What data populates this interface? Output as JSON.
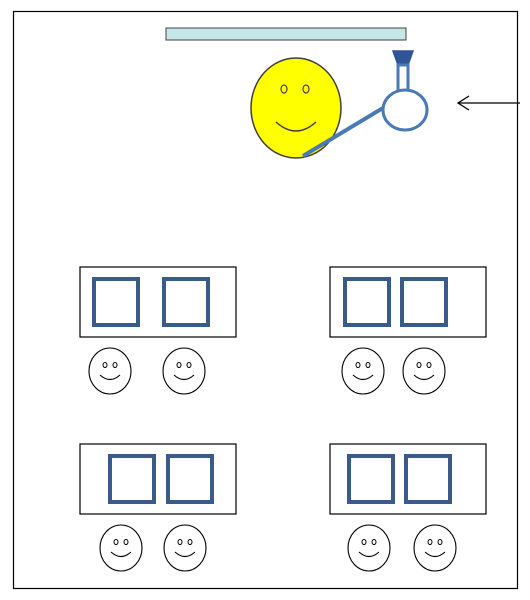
{
  "colors": {
    "background": "#ffffff",
    "frame_stroke": "#000000",
    "board_fill": "#c6e7e7",
    "board_stroke": "#404040",
    "teacher_face_fill": "#ffff00",
    "teacher_face_stroke": "#404040",
    "pointer_and_lamp": "#4a7ab5",
    "lamp_shade": "#2f5597",
    "desk_stroke": "#000000",
    "screen_stroke": "#3a5a8a",
    "student_face_stroke": "#000000",
    "arrow_stroke": "#000000"
  },
  "icons": {
    "teacher": "smiley-face-icon",
    "lamp": "desk-lamp-icon",
    "arrow": "left-arrow-icon",
    "student": "smiley-face-icon",
    "screen": "square-monitor-icon"
  },
  "layout": {
    "desk_groups": 4,
    "screens_per_desk": 2,
    "students_per_desk": 2
  }
}
